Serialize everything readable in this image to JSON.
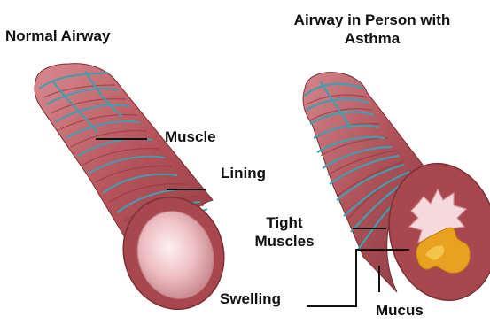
{
  "titles": {
    "normal": "Normal Airway",
    "asthma_line1": "Airway in Person with",
    "asthma_line2": "Asthma"
  },
  "labels": {
    "muscle": "Muscle",
    "lining": "Lining",
    "tight_line1": "Tight",
    "tight_line2": "Muscles",
    "swelling": "Swelling",
    "mucus": "Mucus"
  },
  "colors": {
    "tube_body": "#b9565c",
    "tube_dark": "#8c3a40",
    "tube_light": "#d57f84",
    "muscle_band": "#3f9fb0",
    "lumen": "#f1c3c6",
    "lumen_highlight": "#fbe8e9",
    "swelling": "#f6d9dc",
    "mucus": "#e9a21f",
    "mucus_light": "#f4c54a",
    "leader_line": "#111111"
  }
}
